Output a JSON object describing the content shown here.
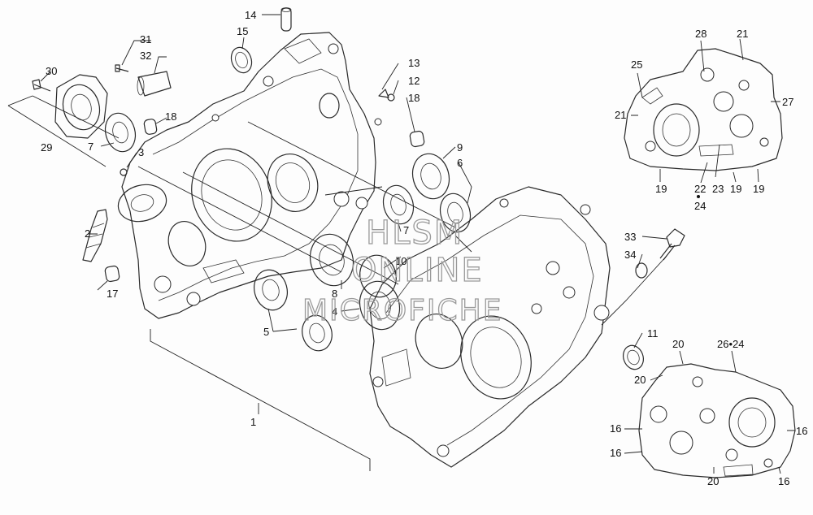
{
  "callouts": [
    {
      "id": "c14",
      "text": "14"
    },
    {
      "id": "c15",
      "text": "15"
    },
    {
      "id": "c31",
      "text": "31"
    },
    {
      "id": "c32",
      "text": "32"
    },
    {
      "id": "c30",
      "text": "30"
    },
    {
      "id": "c18a",
      "text": "18"
    },
    {
      "id": "c7a",
      "text": "7"
    },
    {
      "id": "c3",
      "text": "3"
    },
    {
      "id": "c29",
      "text": "29"
    },
    {
      "id": "c13",
      "text": "13"
    },
    {
      "id": "c12",
      "text": "12"
    },
    {
      "id": "c18b",
      "text": "18"
    },
    {
      "id": "c9",
      "text": "9"
    },
    {
      "id": "c6",
      "text": "6"
    },
    {
      "id": "c2",
      "text": "2"
    },
    {
      "id": "c17",
      "text": "17"
    },
    {
      "id": "c7b",
      "text": "7"
    },
    {
      "id": "c10",
      "text": "10"
    },
    {
      "id": "c8",
      "text": "8"
    },
    {
      "id": "c4",
      "text": "4"
    },
    {
      "id": "c5",
      "text": "5"
    },
    {
      "id": "c1",
      "text": "1"
    },
    {
      "id": "c33",
      "text": "33"
    },
    {
      "id": "c34",
      "text": "34"
    },
    {
      "id": "c11",
      "text": "11"
    },
    {
      "id": "c28",
      "text": "28"
    },
    {
      "id": "c21a",
      "text": "21"
    },
    {
      "id": "c25",
      "text": "25"
    },
    {
      "id": "c27",
      "text": "27"
    },
    {
      "id": "c21b",
      "text": "21"
    },
    {
      "id": "c19a",
      "text": "19"
    },
    {
      "id": "c22",
      "text": "22"
    },
    {
      "id": "c24a",
      "text": "24"
    },
    {
      "id": "c23",
      "text": "23"
    },
    {
      "id": "c19b",
      "text": "19"
    },
    {
      "id": "c19c",
      "text": "19"
    },
    {
      "id": "c20a",
      "text": "20"
    },
    {
      "id": "c2624",
      "text": "26•24"
    },
    {
      "id": "c20b",
      "text": "20"
    },
    {
      "id": "c16a",
      "text": "16"
    },
    {
      "id": "c16b",
      "text": "16"
    },
    {
      "id": "c16c",
      "text": "16"
    },
    {
      "id": "c20c",
      "text": "20"
    },
    {
      "id": "c16d",
      "text": "16"
    }
  ],
  "watermark": {
    "line1": "HLSM",
    "line2": "ONLINE",
    "line3": "MICROFICHE"
  }
}
